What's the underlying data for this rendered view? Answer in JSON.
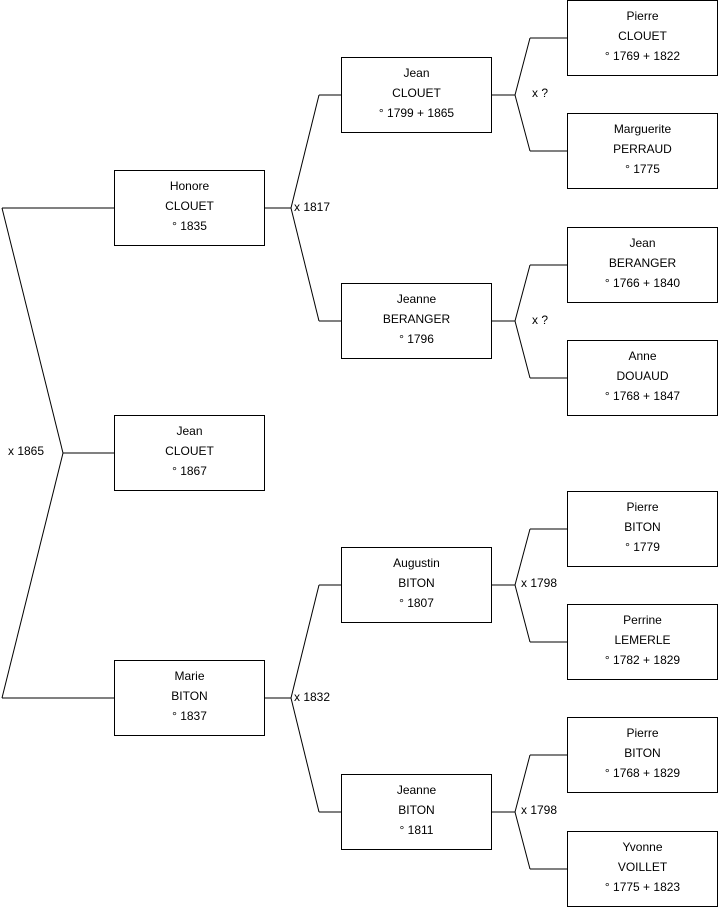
{
  "persons": {
    "jean_clouet_1867": {
      "first": "Jean",
      "last": "CLOUET",
      "dates": "° 1867"
    },
    "honore_clouet": {
      "first": "Honore",
      "last": "CLOUET",
      "dates": "° 1835"
    },
    "marie_biton": {
      "first": "Marie",
      "last": "BITON",
      "dates": "° 1837"
    },
    "jean_clouet_1799": {
      "first": "Jean",
      "last": "CLOUET",
      "dates": "° 1799 + 1865"
    },
    "jeanne_beranger": {
      "first": "Jeanne",
      "last": "BERANGER",
      "dates": "° 1796"
    },
    "augustin_biton": {
      "first": "Augustin",
      "last": "BITON",
      "dates": "° 1807"
    },
    "jeanne_biton": {
      "first": "Jeanne",
      "last": "BITON",
      "dates": "° 1811"
    },
    "pierre_clouet": {
      "first": "Pierre",
      "last": "CLOUET",
      "dates": "° 1769 + 1822"
    },
    "marguerite_perraud": {
      "first": "Marguerite",
      "last": "PERRAUD",
      "dates": "° 1775"
    },
    "jean_beranger": {
      "first": "Jean",
      "last": "BERANGER",
      "dates": "° 1766 + 1840"
    },
    "anne_douaud": {
      "first": "Anne",
      "last": "DOUAUD",
      "dates": "° 1768 + 1847"
    },
    "pierre_biton_1779": {
      "first": "Pierre",
      "last": "BITON",
      "dates": "° 1779"
    },
    "perrine_lemerle": {
      "first": "Perrine",
      "last": "LEMERLE",
      "dates": "° 1782 + 1829"
    },
    "pierre_biton_1768": {
      "first": "Pierre",
      "last": "BITON",
      "dates": "° 1768 + 1829"
    },
    "yvonne_voillet": {
      "first": "Yvonne",
      "last": "VOILLET",
      "dates": "° 1775 + 1823"
    }
  },
  "marriages": {
    "m_1865": "x 1865",
    "m_1817": "x 1817",
    "m_1832": "x 1832",
    "m_clouet_perraud": "x ?",
    "m_beranger_douaud": "x ?",
    "m_biton_lemerle": "x 1798",
    "m_biton_voillet": "x 1798"
  }
}
